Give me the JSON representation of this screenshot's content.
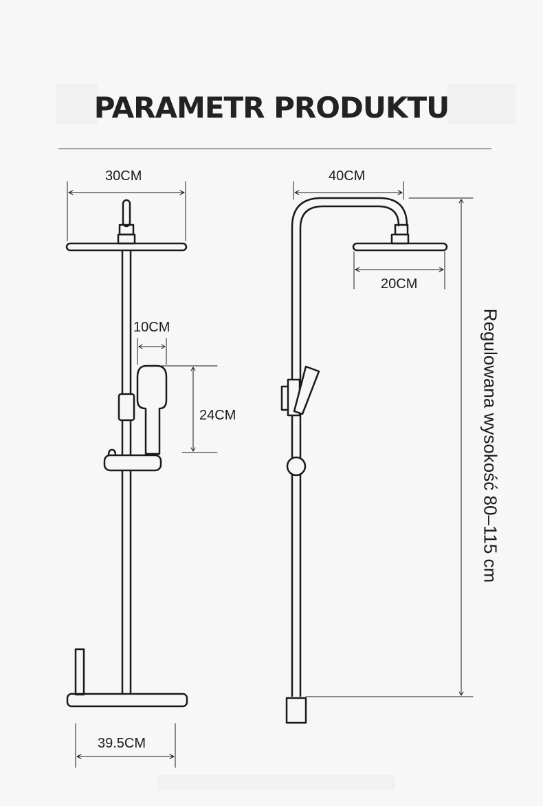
{
  "title": "PARAMETR PRODUKTU",
  "dimensions": {
    "head_width_front": "30CM",
    "arm_length": "40CM",
    "head_diameter_side": "20CM",
    "handshower_width": "10CM",
    "handshower_length": "24CM",
    "shelf_width": "39.5CM",
    "adjustable_height": "Regulowana wysokość 80–115 cm"
  },
  "colors": {
    "line": "#1a1a1a",
    "background": "#f7f7f7"
  }
}
